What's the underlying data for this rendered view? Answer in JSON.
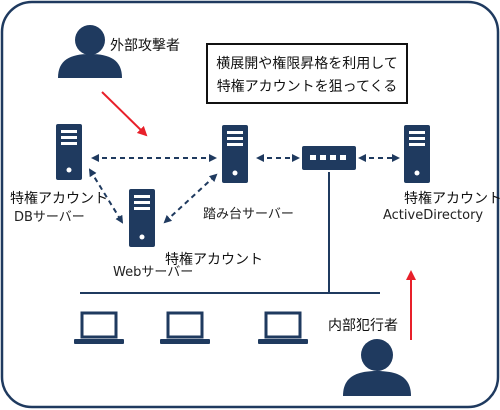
{
  "colors": {
    "navy": "#1f3a5f",
    "attack_arrow": "#e8202a",
    "frame": "#1f3a5f",
    "text": "#111111"
  },
  "attacker_external": {
    "label": "外部攻撃者",
    "icon": "person-icon"
  },
  "attacker_internal": {
    "label": "内部犯行者",
    "icon": "person-icon"
  },
  "callout": {
    "line1": "横展開や権限昇格を利用して",
    "line2": "特権アカウントを狙ってくる"
  },
  "servers": {
    "db": {
      "account_label": "特権アカウント",
      "name": "DBサーバー",
      "icon": "server-icon"
    },
    "web": {
      "account_label": "特権アカウント",
      "name": "Webサーバー",
      "icon": "server-icon"
    },
    "jump": {
      "name": "踏み台サーバー",
      "icon": "server-icon"
    },
    "ad": {
      "account_label": "特権アカウント",
      "name": "ActiveDirectory",
      "icon": "server-icon"
    }
  },
  "network_switch": {
    "icon": "switch-icon"
  },
  "clients": [
    {
      "icon": "laptop-icon"
    },
    {
      "icon": "laptop-icon"
    },
    {
      "icon": "laptop-icon"
    }
  ]
}
